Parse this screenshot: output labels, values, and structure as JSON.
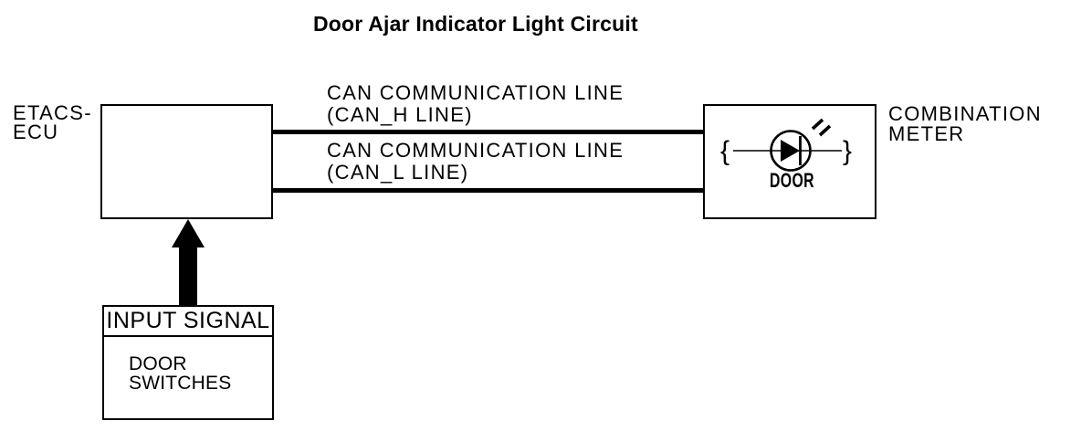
{
  "title": "Door Ajar Indicator Light Circuit",
  "colors": {
    "foreground": "#000000",
    "background": "#ffffff"
  },
  "nodes": {
    "etacs_ecu": {
      "label_line1": "ETACS-",
      "label_line2": "ECU"
    },
    "combination_meter": {
      "label_line1": "COMBINATION",
      "label_line2": "METER",
      "indicator": {
        "icon": "led-indicator-icon",
        "label": "DOOR",
        "connector_left": "{",
        "connector_right": "}"
      }
    },
    "door_switches": {
      "header": "INPUT SIGNAL",
      "label_line1": "DOOR",
      "label_line2": "SWITCHES"
    }
  },
  "connections": {
    "can_h": {
      "label_line1": "CAN COMMUNICATION LINE",
      "label_line2": "(CAN_H LINE)"
    },
    "can_l": {
      "label_line1": "CAN COMMUNICATION LINE",
      "label_line2": "(CAN_L LINE)"
    },
    "input_signal": {
      "icon": "up-arrow-icon"
    }
  }
}
